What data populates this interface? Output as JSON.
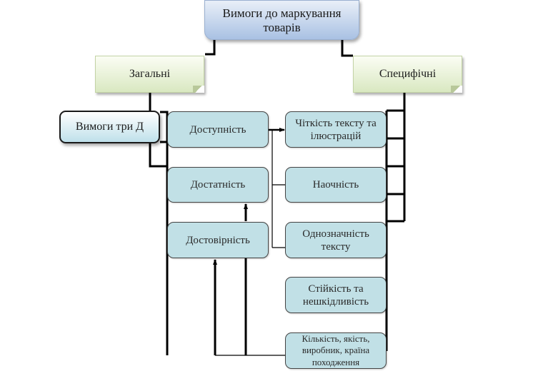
{
  "diagram": {
    "root": {
      "label": "Вимоги до маркування товарів"
    },
    "categories": [
      {
        "id": "general",
        "label": "Загальні"
      },
      {
        "id": "specific",
        "label": "Специфічні"
      }
    ],
    "tri_d": {
      "label": "Вимоги три Д"
    },
    "general_items": [
      {
        "label": "Доступність"
      },
      {
        "label": "Достатність"
      },
      {
        "label": "Достовірність"
      }
    ],
    "specific_items": [
      {
        "label": "Чіткість тексту та ілюстрацій"
      },
      {
        "label": "Наочність"
      },
      {
        "label": "Однозначність тексту"
      },
      {
        "label": "Стійкість та нешкідливість"
      },
      {
        "label": "Кількість, якість, виробник, країна походження"
      }
    ],
    "colors": {
      "root_fill": "#a9c1e3",
      "category_fill": "#d9e8c1",
      "item_fill": "#c1e0e6",
      "connector": "#000000"
    }
  }
}
